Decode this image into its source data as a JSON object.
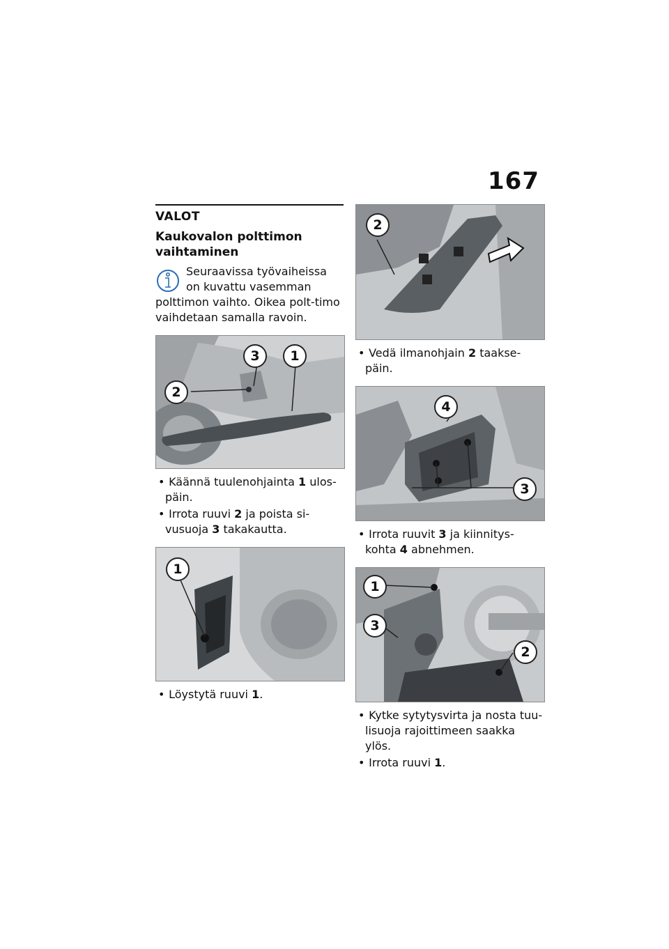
{
  "page": {
    "number": "167"
  },
  "section": {
    "title": "VALOT"
  },
  "heading": "Kaukovalon polttimon vaihtaminen",
  "note": {
    "icon": "info-icon",
    "text": "Seuraavissa työvaiheissa on kuvattu vasemman polttimon vaihto. Oikea polt-timo vaihdetaan samalla ravoin."
  },
  "figures": {
    "fig1": {
      "labels": [
        "3",
        "1",
        "2"
      ]
    },
    "fig2": {
      "labels": [
        "1"
      ]
    },
    "fig3": {
      "labels": [
        "2"
      ]
    },
    "fig4": {
      "labels": [
        "4",
        "3"
      ]
    },
    "fig5": {
      "labels": [
        "1",
        "3",
        "2"
      ]
    }
  },
  "steps": {
    "group1": [
      {
        "before": "Käännä tuulenohjainta ",
        "ref": "1",
        "after": " ulos-päin."
      },
      {
        "before": "Irrota ruuvi ",
        "ref": "2",
        "after": " ja poista si-vusuoja ",
        "ref2": "3",
        "after2": " takakautta."
      }
    ],
    "group2": [
      {
        "before": "Löystytä ruuvi ",
        "ref": "1",
        "after": "."
      }
    ],
    "group3": [
      {
        "before": "Vedä ilmanohjain ",
        "ref": "2",
        "after": " taakse-päin."
      }
    ],
    "group4": [
      {
        "before": "Irrota ruuvit ",
        "ref": "3",
        "after": " ja kiinnitys-kohta ",
        "ref2": "4",
        "after2": " abnehmen."
      }
    ],
    "group5": [
      {
        "before": "Kytke sytytysvirta ja nosta tuu-lisuoja rajoittimeen saakka ylös.",
        "ref": "",
        "after": ""
      },
      {
        "before": "Irrota ruuvi ",
        "ref": "1",
        "after": "."
      }
    ]
  }
}
